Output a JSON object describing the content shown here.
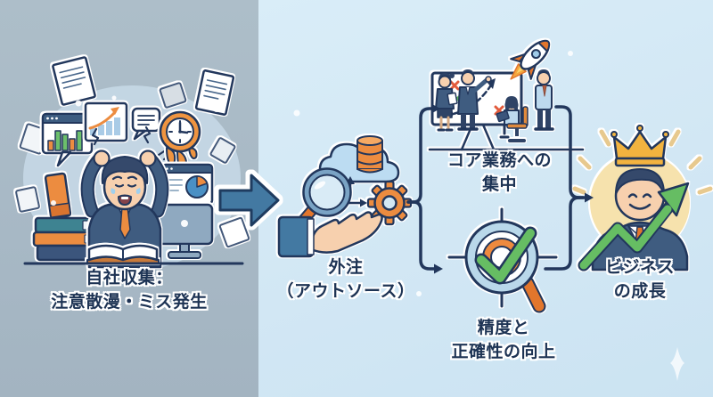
{
  "diagram": {
    "stages": {
      "before": {
        "line1": "自社収集：",
        "line2": "注意散漫・ミス発生"
      },
      "outsource": {
        "line1": "外注",
        "line2": "（アウトソース）"
      },
      "core_focus": {
        "line1": "コア業務への",
        "line2": "集中"
      },
      "accuracy": {
        "line1": "精度と",
        "line2": "正確性の向上"
      },
      "growth": {
        "line1": "ビジネス",
        "line2": "の成長"
      }
    },
    "icons": {
      "before": [
        "flying-papers",
        "bar-chart-bubble",
        "line-chart-card",
        "speech-bubble",
        "melting-clock",
        "pie-chart-window",
        "stressed-worker",
        "book-stack",
        "monitor",
        "open-book"
      ],
      "outsource": [
        "cloud",
        "database",
        "magnifier",
        "gear",
        "open-hand"
      ],
      "core_focus": [
        "team-whiteboard",
        "rocket"
      ],
      "accuracy": [
        "target-magnifier",
        "checkmark"
      ],
      "growth": [
        "crown",
        "smiling-businessman",
        "growth-arrow",
        "sun-rays",
        "sparkle"
      ]
    },
    "palette": {
      "left_bg": "#a7b8c5",
      "right_bg": "#d2e7f4",
      "outline_navy": "#22375c",
      "steel_blue": "#4379a2",
      "orange": "#ec8c40",
      "deep_orange": "#e2762c",
      "green": "#66bd63",
      "gold": "#f2b33f",
      "cream_glow": "#f6e2ad",
      "skin": "#f7d0ae",
      "suit_navy": "#3f5c80",
      "light_blue": "#bcdcf2",
      "text": "#1d3354"
    }
  }
}
